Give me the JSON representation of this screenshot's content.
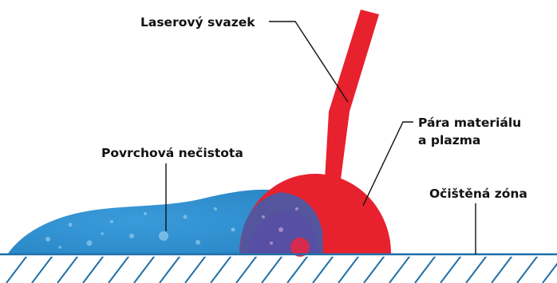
{
  "labels": {
    "laser_beam": "Laserový svazek",
    "vapor_line1": "Pára materiálu",
    "vapor_line2": "a plazma",
    "surface_contamination": "Povrchová nečistota",
    "cleaned_zone": "Očištěná zóna"
  },
  "colors": {
    "laser_red": "#E8212E",
    "contamination_blue": "#2E8FD0",
    "substrate_line": "#1F6FA8",
    "leader_line": "#111111"
  }
}
